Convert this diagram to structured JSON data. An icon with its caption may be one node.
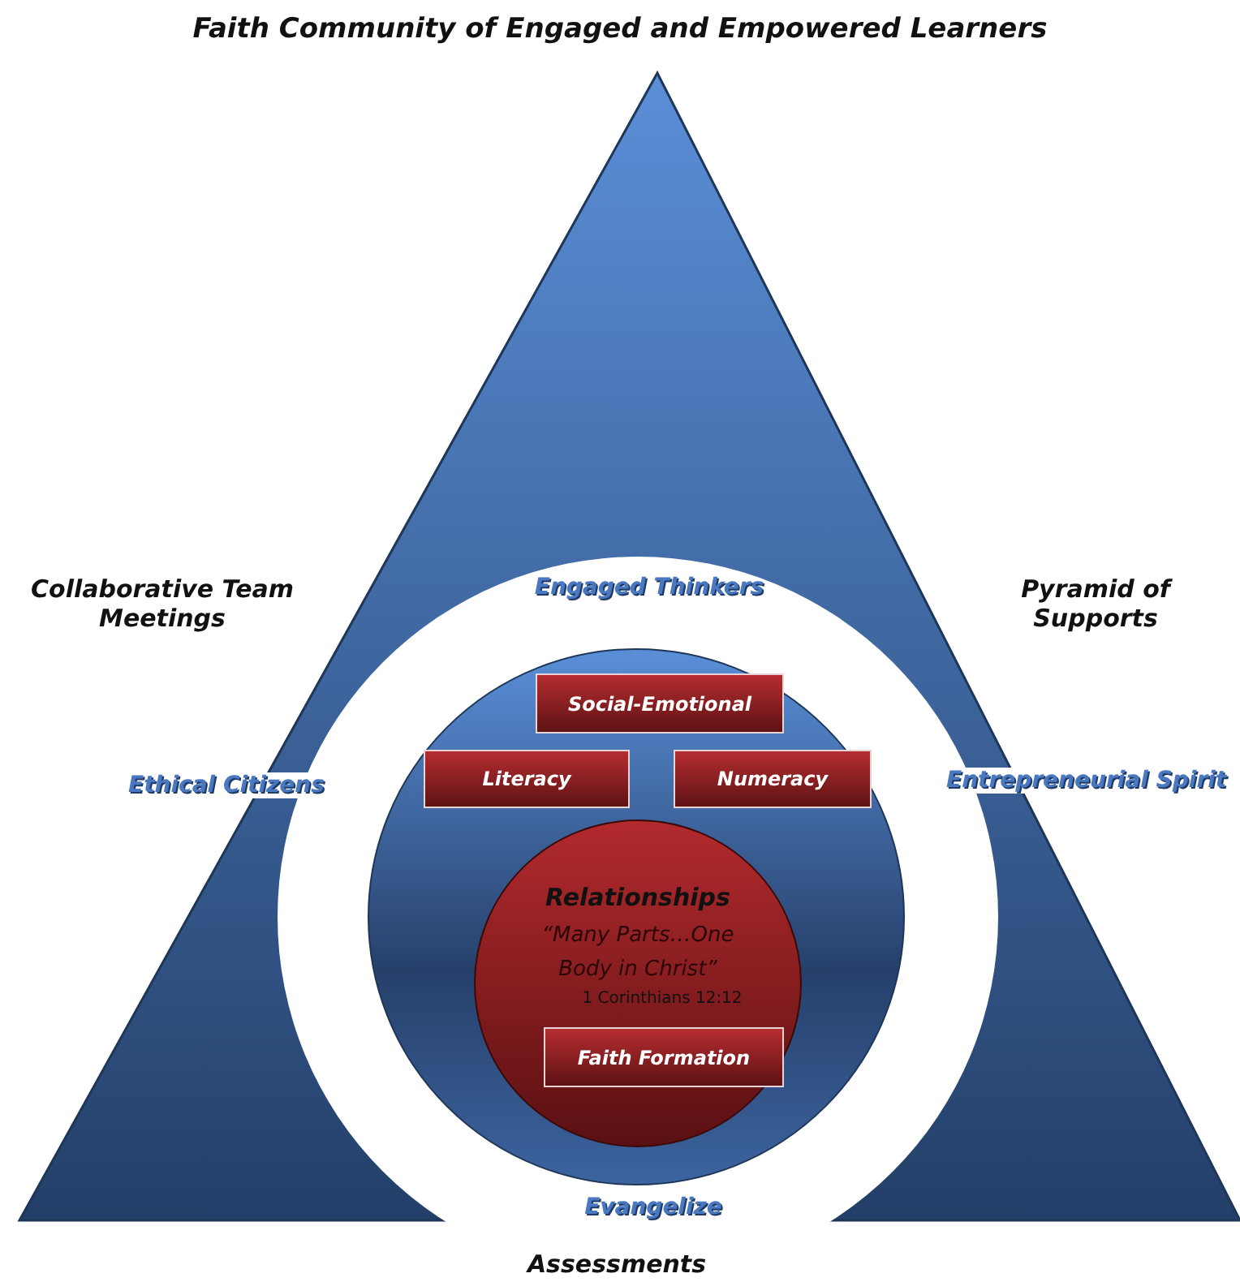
{
  "diagram": {
    "title": "Faith Community of Engaged and Empowered Learners",
    "nodes": [
      {
        "text": [
          "Social-Emotional"
        ]
      },
      {
        "text": [
          "Literacy"
        ]
      },
      {
        "text": [
          "Numeracy"
        ]
      },
      {
        "text": [
          "Relationships",
          "“Many Parts…One Body in Christ”",
          "1 Corinthians 12:12"
        ]
      },
      {
        "text": [
          "Faith Formation"
        ],
        "in": 3
      }
    ],
    "edges": [],
    "labels": [
      "Collaborative Team Meetings",
      "Engaged Thinkers",
      "Pyramid of Supports",
      "Ethical Citizens",
      "Entrepreneurial Spirit",
      "Evangelize",
      "Assessments"
    ]
  }
}
